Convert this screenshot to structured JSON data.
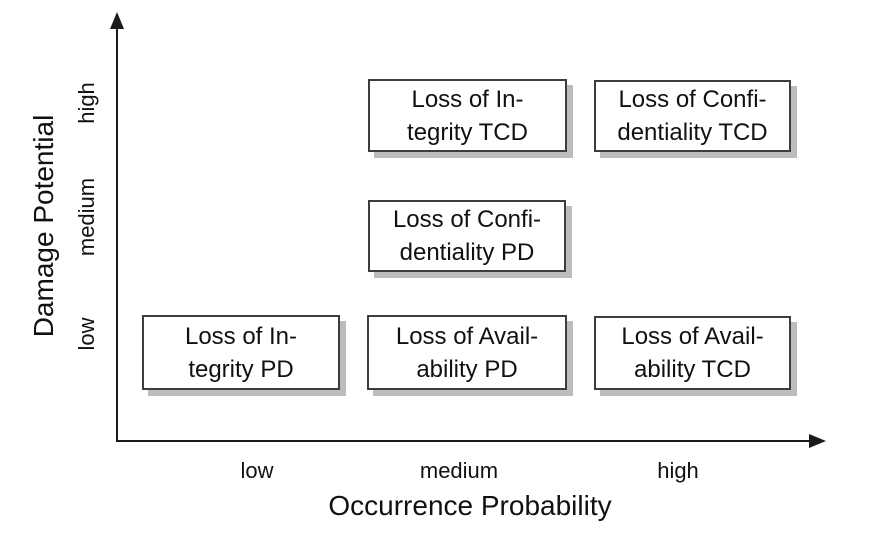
{
  "diagram": {
    "type": "risk-matrix",
    "x_axis": {
      "label": "Occurrence Probability",
      "ticks": [
        "low",
        "medium",
        "high"
      ]
    },
    "y_axis": {
      "label": "Damage Potential",
      "ticks": [
        "high",
        "medium",
        "low"
      ]
    },
    "boxes": [
      {
        "name": "Loss of Integrity TCD",
        "line1": "Loss of In-",
        "line2": "tegrity TCD",
        "x": "medium",
        "y": "high"
      },
      {
        "name": "Loss of Confidentiality TCD",
        "line1": "Loss of Confi-",
        "line2": "dentiality TCD",
        "x": "high",
        "y": "high"
      },
      {
        "name": "Loss of Confidentiality PD",
        "line1": "Loss of Confi-",
        "line2": "dentiality PD",
        "x": "medium",
        "y": "medium"
      },
      {
        "name": "Loss of Integrity PD",
        "line1": "Loss of In-",
        "line2": "tegrity PD",
        "x": "low",
        "y": "low"
      },
      {
        "name": "Loss of Availability PD",
        "line1": "Loss of Avail-",
        "line2": "ability PD",
        "x": "medium",
        "y": "low"
      },
      {
        "name": "Loss of Availability TCD",
        "line1": "Loss of Avail-",
        "line2": "ability TCD",
        "x": "high",
        "y": "low"
      }
    ],
    "colors": {
      "background": "#ffffff",
      "axis": "#1a1a1a",
      "box_border": "#3d3d3d",
      "box_fill": "#ffffff",
      "box_shadow": "#bcbcbc",
      "text": "#111111"
    }
  }
}
